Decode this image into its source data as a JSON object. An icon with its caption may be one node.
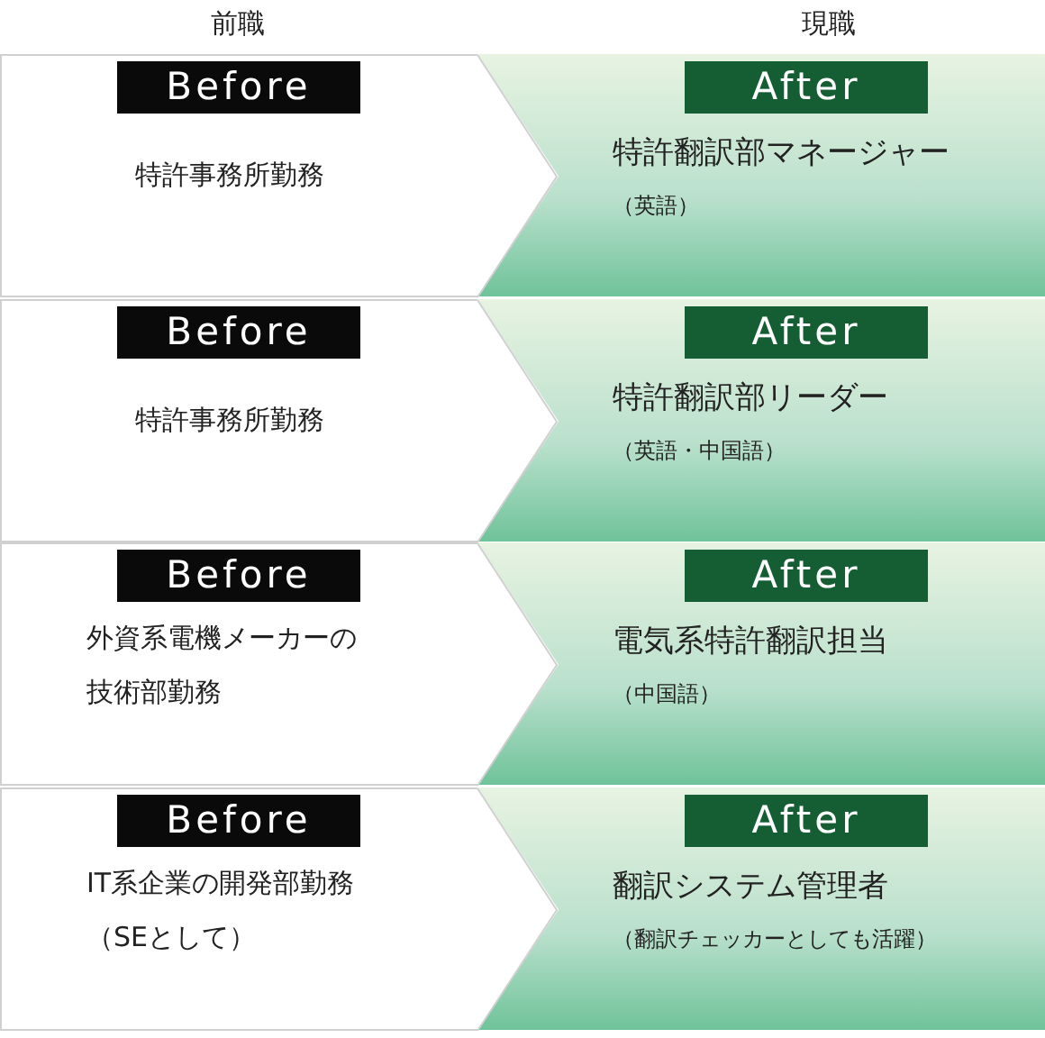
{
  "diagram": {
    "nodes": [
      {
        "text": [
          "Before",
          "特許事務所勤務"
        ]
      },
      {
        "text": [
          "After",
          "特許翻訳部マネージャー",
          "（英語）"
        ]
      },
      {
        "text": [
          "Before",
          "特許事務所勤務"
        ]
      },
      {
        "text": [
          "After",
          "特許翻訳部リーダー",
          "（英語・中国語）"
        ]
      },
      {
        "text": [
          "Before",
          "外資系電機メーカーの技術部勤務"
        ]
      },
      {
        "text": [
          "After",
          "電気系特許翻訳担当",
          "（中国語）"
        ]
      },
      {
        "text": [
          "Before",
          "IT系企業の開発部勤務（SEとして）"
        ]
      },
      {
        "text": [
          "After",
          "翻訳システム管理者",
          "（翻訳チェッカーとしても活躍）"
        ]
      }
    ],
    "edges": [
      {
        "from": 0,
        "to": 1,
        "arrow": "none"
      },
      {
        "from": 2,
        "to": 3,
        "arrow": "none"
      },
      {
        "from": 4,
        "to": 5,
        "arrow": "none"
      },
      {
        "from": 6,
        "to": 7,
        "arrow": "none"
      }
    ],
    "labels": [
      "前職",
      "現職"
    ]
  }
}
